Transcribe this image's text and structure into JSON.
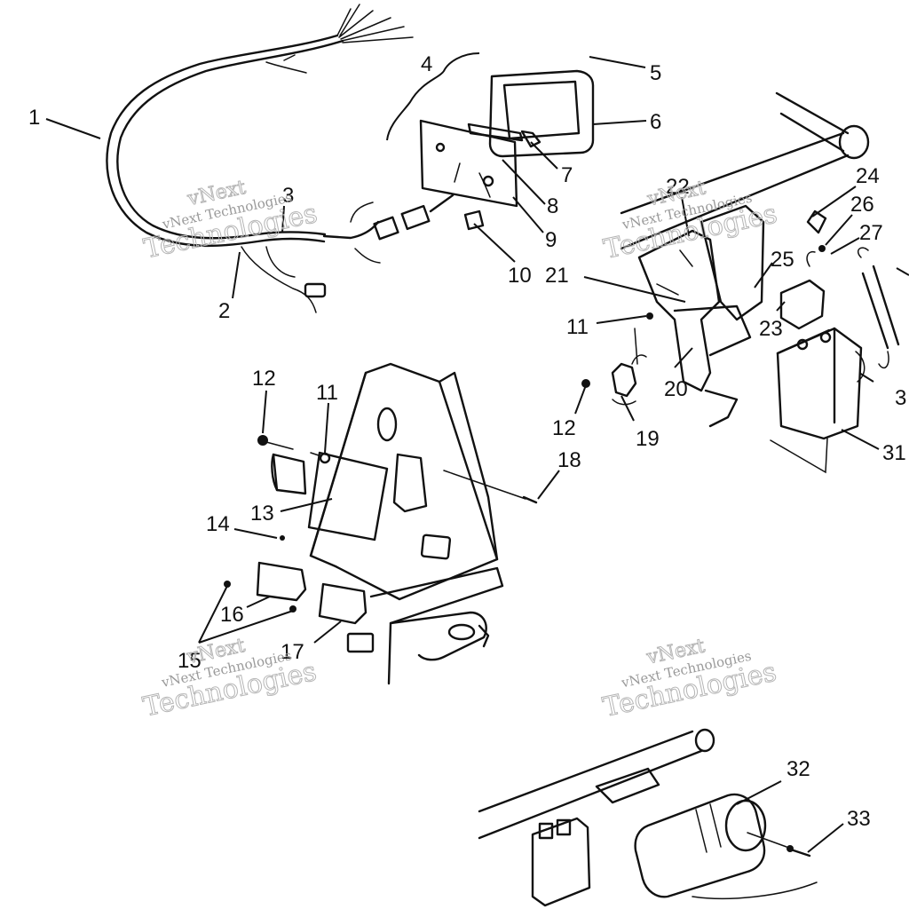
{
  "callouts": [
    {
      "label": "1"
    },
    {
      "label": "2"
    },
    {
      "label": "3"
    },
    {
      "label": "4"
    },
    {
      "label": "5"
    },
    {
      "label": "6"
    },
    {
      "label": "7"
    },
    {
      "label": "8"
    },
    {
      "label": "9"
    },
    {
      "label": "10"
    },
    {
      "label": "21"
    },
    {
      "label": "22"
    },
    {
      "label": "24"
    },
    {
      "label": "26"
    },
    {
      "label": "27"
    },
    {
      "label": "25"
    },
    {
      "label": "23"
    },
    {
      "label": "11"
    },
    {
      "label": "20"
    },
    {
      "label": "12"
    },
    {
      "label": "19"
    },
    {
      "label": "3"
    },
    {
      "label": "31"
    },
    {
      "label": "12"
    },
    {
      "label": "11"
    },
    {
      "label": "18"
    },
    {
      "label": "13"
    },
    {
      "label": "14"
    },
    {
      "label": "16"
    },
    {
      "label": "15"
    },
    {
      "label": "17"
    },
    {
      "label": "32"
    },
    {
      "label": "33"
    }
  ],
  "watermark": {
    "company": "vNext Technologies",
    "word_v": "vNext",
    "word_t": "Technologies"
  }
}
